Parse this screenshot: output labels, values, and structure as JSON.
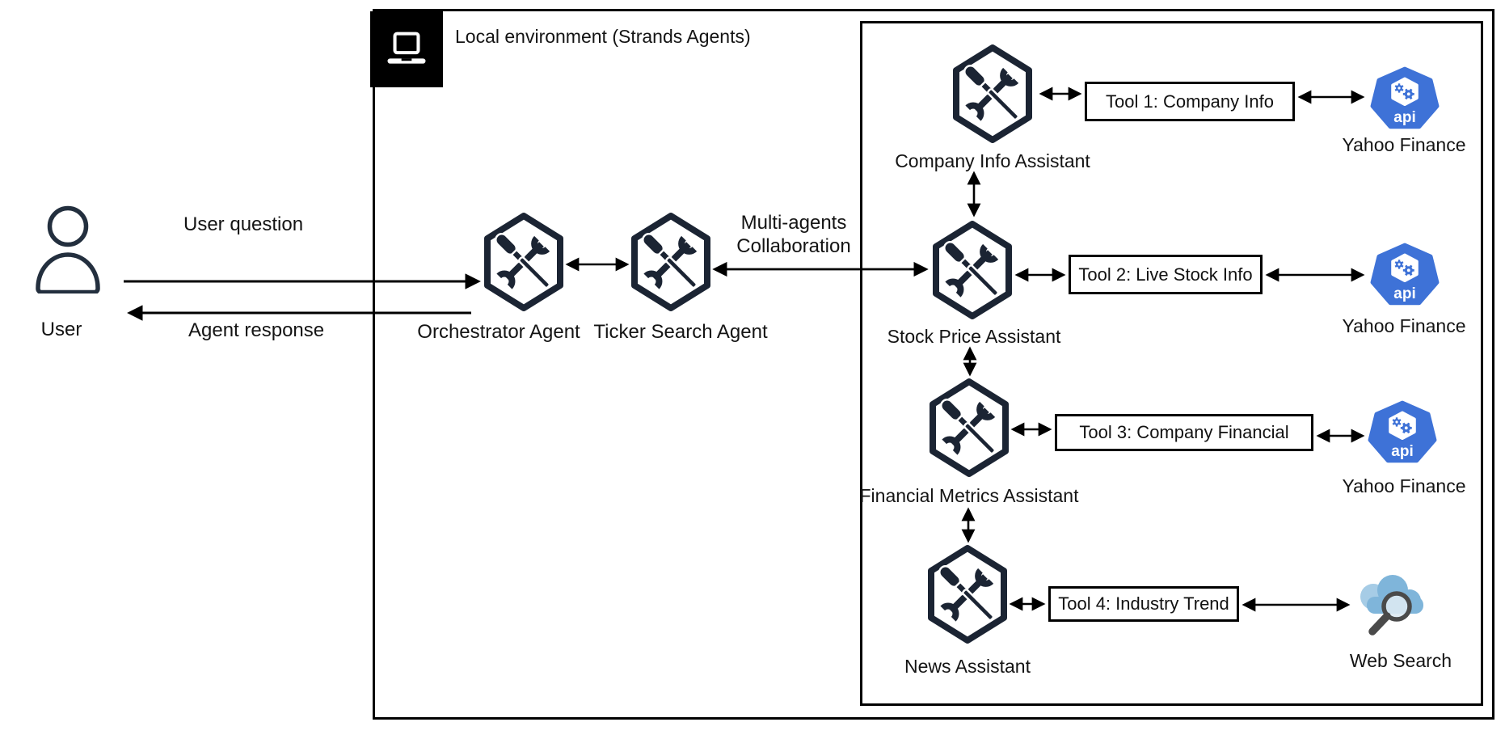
{
  "diagram": {
    "title": "Local environment (Strands Agents)",
    "user": {
      "label": "User"
    },
    "flow_labels": {
      "user_question": "User question",
      "agent_response": "Agent response",
      "collaboration": [
        "Multi-agents",
        "Collaboration"
      ]
    },
    "agents": {
      "orchestrator": "Orchestrator Agent",
      "ticker_search": "Ticker Search Agent"
    },
    "assistants": [
      {
        "name": "Company Info Assistant",
        "tool": "Tool 1: Company Info",
        "service": "Yahoo Finance"
      },
      {
        "name": "Stock Price Assistant",
        "tool": "Tool 2: Live Stock Info",
        "service": "Yahoo Finance"
      },
      {
        "name": "Financial Metrics Assistant",
        "tool": "Tool 3: Company Financial",
        "service": "Yahoo Finance"
      },
      {
        "name": "News Assistant",
        "tool": "Tool 4: Industry Trend",
        "service": "Web Search"
      }
    ],
    "api_badge_text": "api",
    "colors": {
      "icon_navy": "#1B2433",
      "person_navy": "#232F3E",
      "api_blue": "#3E72D7",
      "cloud_blue": "#7FB5DA",
      "cloud_blue_light": "#A6CCE6",
      "magnifier_gray": "#4A4A4A",
      "line_black": "#000000"
    }
  }
}
